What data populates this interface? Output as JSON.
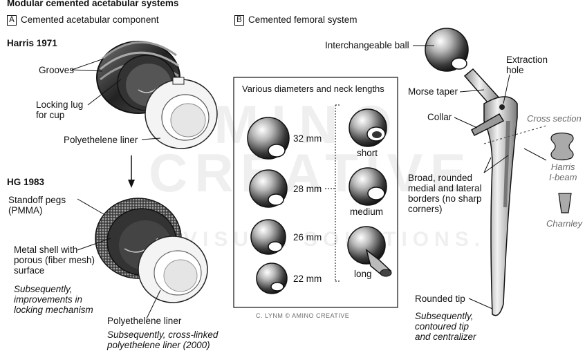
{
  "title": "Modular cemented acetabular systems",
  "panel_a": {
    "letter": "A",
    "heading": "Cemented acetabular component",
    "harris_1971": "Harris 1971",
    "grooves": "Grooves",
    "locking_lug": "Locking lug\nfor cup",
    "poly_liner_1": "Polyethelene liner",
    "hg_1983": "HG 1983",
    "standoff_pegs": "Standoff pegs\n(PMMA)",
    "metal_shell": "Metal shell with\nporous (fiber mesh)\nsurface",
    "subsequently_locking": "Subsequently,\nimprovements in\nlocking mechanism",
    "poly_liner_2": "Polyethelene liner",
    "subsequently_crosslinked": "Subsequently, cross-linked\npolyethelene liner (2000)"
  },
  "panel_b": {
    "letter": "B",
    "heading": "Cemented femoral system",
    "box_title": "Various diameters and neck lengths",
    "diameters": [
      "32 mm",
      "28 mm",
      "26 mm",
      "22 mm"
    ],
    "neck_lengths": [
      "short",
      "medium",
      "long"
    ],
    "credit": "C. LYNM © AMINO CREATIVE",
    "interchangeable_ball": "Interchangeable ball",
    "extraction_hole": "Extraction\nhole",
    "morse_taper": "Morse taper",
    "collar": "Collar",
    "cross_section": "Cross section",
    "broad_borders": "Broad, rounded\nmedial and lateral\nborders (no sharp\ncorners)",
    "harris_ibeam": "Harris\nI-beam",
    "charnley": "Charnley",
    "rounded_tip": "Rounded tip",
    "subsequently_tip": "Subsequently,\ncontoured tip\nand centralizer"
  },
  "watermark": {
    "line1": "AMINO",
    "line2": "CREATIVE",
    "line3": "VISUAL SOLUTIONS."
  }
}
